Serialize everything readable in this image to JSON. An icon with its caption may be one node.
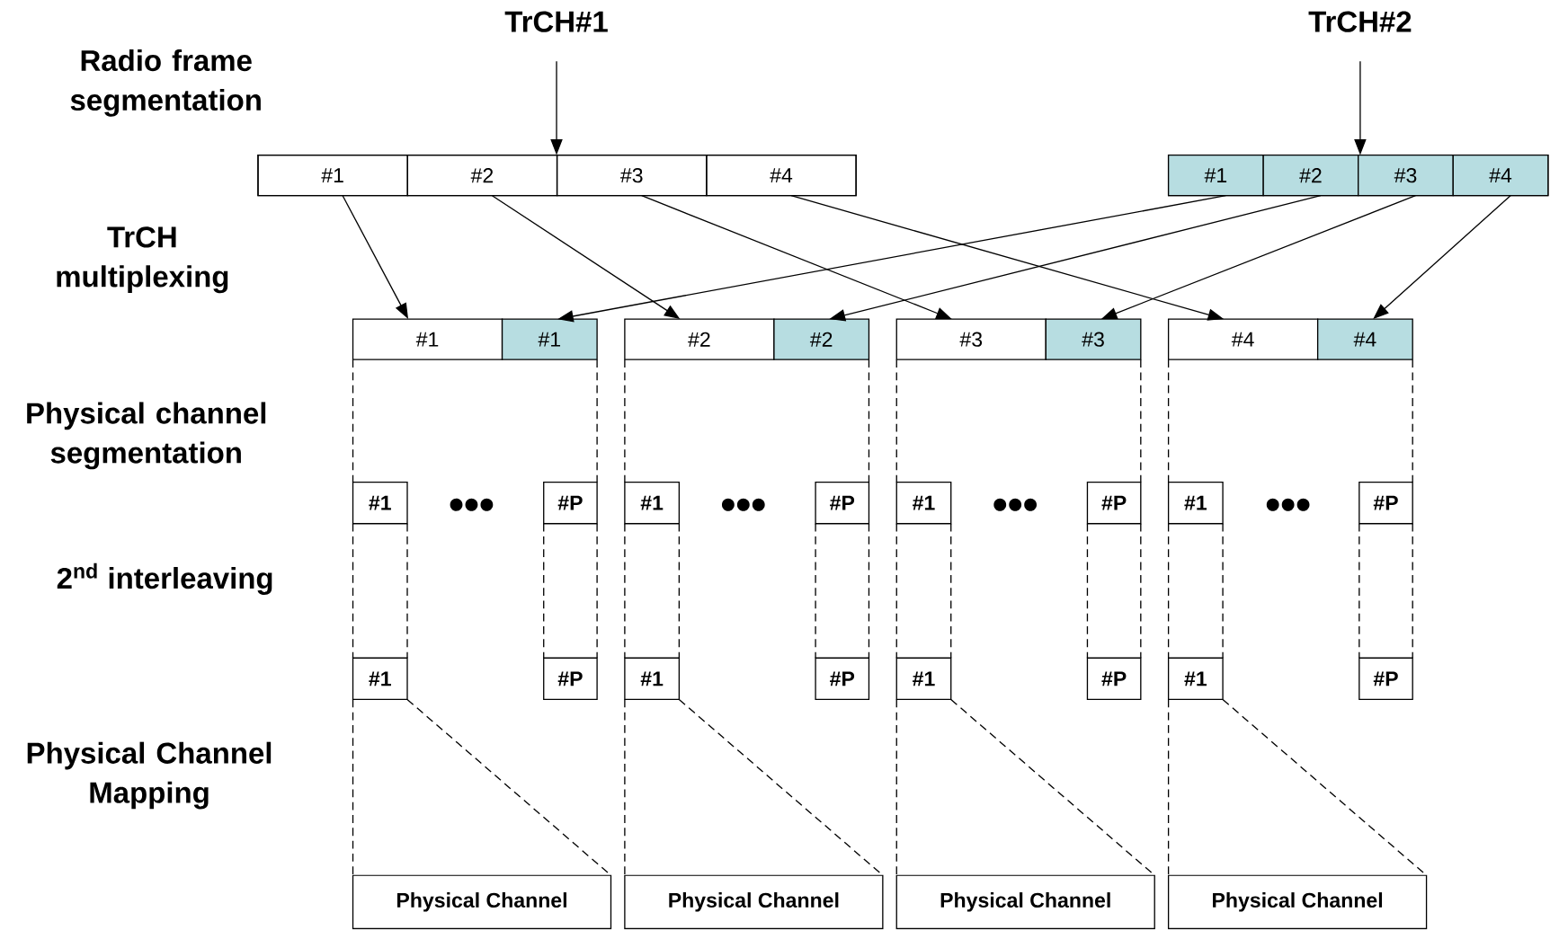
{
  "diagram": {
    "nodes": [
      {
        "text": [
          "TrCH#1"
        ]
      },
      {
        "text": [
          "TrCH#2"
        ]
      },
      {
        "text": [],
        "shape": "box"
      },
      {
        "text": [
          "#1"
        ],
        "in": 2
      },
      {
        "text": [
          "#2"
        ],
        "in": 2
      },
      {
        "text": [
          "#3"
        ],
        "in": 2
      },
      {
        "text": [
          "#4"
        ],
        "in": 2
      },
      {
        "text": [],
        "shape": "box"
      },
      {
        "text": [
          "#1"
        ],
        "in": 7
      },
      {
        "text": [
          "#2"
        ],
        "in": 7
      },
      {
        "text": [
          "#3"
        ],
        "in": 7
      },
      {
        "text": [
          "#4"
        ],
        "in": 7
      },
      {
        "text": [
          "#1"
        ]
      },
      {
        "text": [
          "#1"
        ]
      },
      {
        "text": [
          "#2"
        ]
      },
      {
        "text": [
          "#2"
        ]
      },
      {
        "text": [
          "#3"
        ]
      },
      {
        "text": [
          "#3"
        ]
      },
      {
        "text": [
          "#4"
        ]
      },
      {
        "text": [
          "#4"
        ]
      },
      {
        "text": [
          "#1"
        ]
      },
      {
        "text": [
          "#P"
        ]
      },
      {
        "text": [
          "#1"
        ]
      },
      {
        "text": [
          "#P"
        ]
      },
      {
        "text": [
          "#1"
        ]
      },
      {
        "text": [
          "#P"
        ]
      },
      {
        "text": [
          "#1"
        ]
      },
      {
        "text": [
          "#P"
        ]
      },
      {
        "text": [
          "#1"
        ]
      },
      {
        "text": [
          "#P"
        ]
      },
      {
        "text": [
          "#1"
        ]
      },
      {
        "text": [
          "#P"
        ]
      },
      {
        "text": [
          "#1"
        ]
      },
      {
        "text": [
          "#P"
        ]
      },
      {
        "text": [
          "#1"
        ]
      },
      {
        "text": [
          "#P"
        ]
      },
      {
        "text": [
          "Physical Channel"
        ]
      },
      {
        "text": [
          "Physical Channel"
        ]
      },
      {
        "text": [
          "Physical Channel"
        ]
      },
      {
        "text": [
          "Physical Channel"
        ]
      }
    ],
    "edges": [
      {
        "from": 0,
        "to": 2,
        "arrow": "to"
      },
      {
        "from": 1,
        "to": 7,
        "arrow": "to"
      },
      {
        "from": 3,
        "to": 12,
        "arrow": "to"
      },
      {
        "from": 4,
        "to": 14,
        "arrow": "to"
      },
      {
        "from": 5,
        "to": 16,
        "arrow": "to"
      },
      {
        "from": 6,
        "to": 18,
        "arrow": "to"
      },
      {
        "from": 8,
        "to": 13,
        "arrow": "to"
      },
      {
        "from": 9,
        "to": 15,
        "arrow": "to"
      },
      {
        "from": 10,
        "to": 17,
        "arrow": "to"
      },
      {
        "from": 11,
        "to": 19,
        "arrow": "to"
      },
      {
        "from": 12,
        "to": 20,
        "arrow": "none",
        "style": "dashed"
      },
      {
        "from": 13,
        "to": 21,
        "arrow": "none",
        "style": "dashed"
      },
      {
        "from": 20,
        "to": 28,
        "arrow": "none",
        "style": "dashed"
      },
      {
        "from": 20,
        "to": 28,
        "arrow": "none",
        "style": "dashed"
      },
      {
        "from": 21,
        "to": 29,
        "arrow": "none",
        "style": "dashed"
      },
      {
        "from": 21,
        "to": 29,
        "arrow": "none",
        "style": "dashed"
      },
      {
        "from": 28,
        "to": 36,
        "arrow": "none",
        "style": "dashed"
      },
      {
        "from": 28,
        "to": 36,
        "arrow": "none",
        "style": "dashed"
      },
      {
        "from": 14,
        "to": 22,
        "arrow": "none",
        "style": "dashed"
      },
      {
        "from": 15,
        "to": 23,
        "arrow": "none",
        "style": "dashed"
      },
      {
        "from": 22,
        "to": 30,
        "arrow": "none",
        "style": "dashed"
      },
      {
        "from": 22,
        "to": 30,
        "arrow": "none",
        "style": "dashed"
      },
      {
        "from": 23,
        "to": 31,
        "arrow": "none",
        "style": "dashed"
      },
      {
        "from": 23,
        "to": 31,
        "arrow": "none",
        "style": "dashed"
      },
      {
        "from": 30,
        "to": 37,
        "arrow": "none",
        "style": "dashed"
      },
      {
        "from": 30,
        "to": 37,
        "arrow": "none",
        "style": "dashed"
      },
      {
        "from": 16,
        "to": 24,
        "arrow": "none",
        "style": "dashed"
      },
      {
        "from": 17,
        "to": 25,
        "arrow": "none",
        "style": "dashed"
      },
      {
        "from": 24,
        "to": 32,
        "arrow": "none",
        "style": "dashed"
      },
      {
        "from": 24,
        "to": 32,
        "arrow": "none",
        "style": "dashed"
      },
      {
        "from": 25,
        "to": 33,
        "arrow": "none",
        "style": "dashed"
      },
      {
        "from": 25,
        "to": 33,
        "arrow": "none",
        "style": "dashed"
      },
      {
        "from": 32,
        "to": 38,
        "arrow": "none",
        "style": "dashed"
      },
      {
        "from": 32,
        "to": 38,
        "arrow": "none",
        "style": "dashed"
      },
      {
        "from": 18,
        "to": 26,
        "arrow": "none",
        "style": "dashed"
      },
      {
        "from": 19,
        "to": 27,
        "arrow": "none",
        "style": "dashed"
      },
      {
        "from": 26,
        "to": 34,
        "arrow": "none",
        "style": "dashed"
      },
      {
        "from": 26,
        "to": 34,
        "arrow": "none",
        "style": "dashed"
      },
      {
        "from": 27,
        "to": 35,
        "arrow": "none",
        "style": "dashed"
      },
      {
        "from": 27,
        "to": 35,
        "arrow": "none",
        "style": "dashed"
      },
      {
        "from": 34,
        "to": 39,
        "arrow": "none",
        "style": "dashed"
      },
      {
        "from": 34,
        "to": 39,
        "arrow": "none",
        "style": "dashed"
      }
    ],
    "labels": [
      "Radio frame segmentation",
      "TrCH multiplexing",
      "Physical channel segmentation",
      "2$^{nd}$ interleaving",
      "Physical Channel Mapping",
      "•••",
      "•••",
      "•••",
      "•••"
    ]
  }
}
